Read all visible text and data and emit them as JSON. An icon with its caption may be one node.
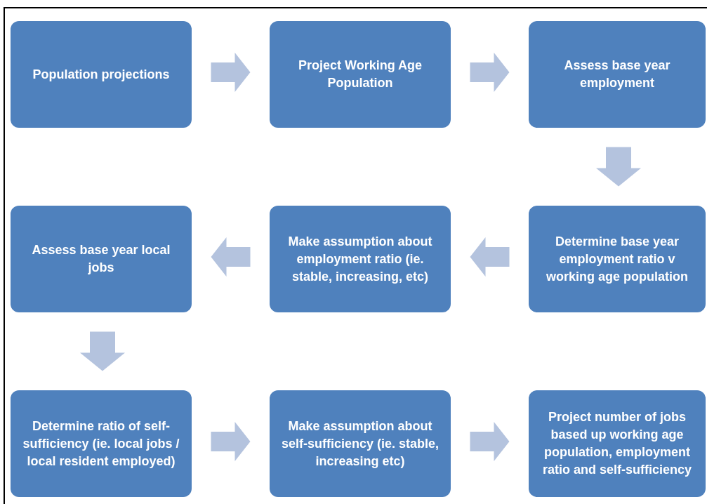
{
  "diagram": {
    "nodes": [
      {
        "text": [
          "Population projections"
        ]
      },
      {
        "text": [
          "Project Working Age Population"
        ]
      },
      {
        "text": [
          "Assess base year employment"
        ]
      },
      {
        "text": [
          "Assess base year local jobs"
        ]
      },
      {
        "text": [
          "Make assumption about employment ratio (ie. stable, increasing, etc)"
        ]
      },
      {
        "text": [
          "Determine base year employment ratio v working age population"
        ]
      },
      {
        "text": [
          "Determine ratio of self-sufficiency (ie. local jobs / local resident employed)"
        ]
      },
      {
        "text": [
          "Make assumption about self-sufficiency (ie. stable, increasing etc)"
        ]
      },
      {
        "text": [
          "Project number of jobs based up working age population, employment ratio and self-sufficiency"
        ]
      }
    ],
    "edges": [
      {
        "from": 0,
        "to": 1,
        "arrow": "to"
      },
      {
        "from": 1,
        "to": 2,
        "arrow": "to"
      },
      {
        "from": 2,
        "to": 5,
        "arrow": "to"
      },
      {
        "from": 5,
        "to": 4,
        "arrow": "to"
      },
      {
        "from": 4,
        "to": 3,
        "arrow": "to"
      },
      {
        "from": 3,
        "to": 6,
        "arrow": "to"
      },
      {
        "from": 6,
        "to": 7,
        "arrow": "to"
      },
      {
        "from": 7,
        "to": 8,
        "arrow": "to"
      }
    ]
  }
}
